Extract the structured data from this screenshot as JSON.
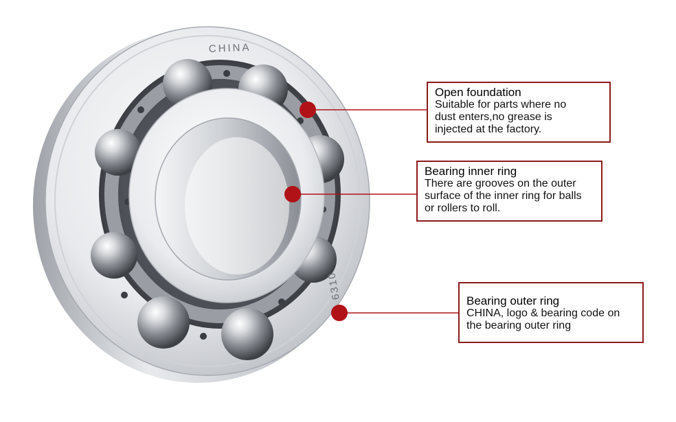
{
  "bearing": {
    "marking_top": "CHINA",
    "marking_side": "6310"
  },
  "callouts": [
    {
      "id": "open-foundation",
      "title": "Open foundation",
      "lines": [
        "Suitable for parts where no",
        "dust enters,no grease is",
        "injected at the factory."
      ]
    },
    {
      "id": "bearing-inner-ring",
      "title": "Bearing inner ring",
      "lines": [
        "There are grooves on the outer",
        "surface of the inner ring for balls",
        "or rollers to roll."
      ]
    },
    {
      "id": "bearing-outer-ring",
      "title": "Bearing outer ring",
      "lines": [
        "CHINA, logo & bearing code on",
        "the bearing outer ring"
      ]
    }
  ],
  "colors": {
    "accent": "#b01217",
    "frame": "#8b1a1a",
    "steel_light": "#eef0f3",
    "steel_dark": "#8c9097"
  }
}
